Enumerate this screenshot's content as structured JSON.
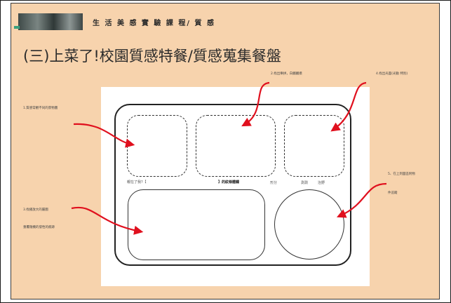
{
  "header": {
    "subheading": "生 活 美 感 實 驗 課 程/ 質 感",
    "title": "(三)上菜了!校園質感特餐/質感蒐集餐盤"
  },
  "annotations": {
    "left_top": "1.質感常觀不同的景物圖",
    "top_center": "2.找出樂拼，白觸觸摸",
    "top_right": "4.找出光面(光動 特別)",
    "left_bottom_1": "3.找播放大的屬圖",
    "left_bottom_2": "重覆隨機的發性的痕跡",
    "right_bottom_1": "5、在上到面區附物",
    "right_bottom_2": "件追蹤"
  },
  "tray_labels": {
    "left_under": "親在了我?【",
    "center_under": "】的紋條體觸",
    "right_1": "形分",
    "right_2": "測測",
    "right_3": "治野"
  },
  "colors": {
    "slide_bg": "#f7d3ad",
    "arrow": "#e0101e",
    "sheet": "#ffffff"
  }
}
